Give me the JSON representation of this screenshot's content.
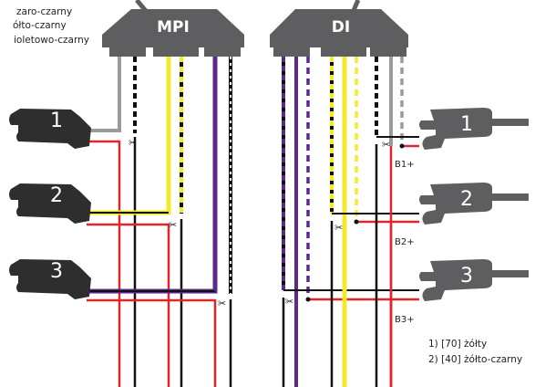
{
  "legend": [
    "zaro-czarny",
    "ółto-czarny",
    "ioletowo-czarny"
  ],
  "connectors": {
    "mpi_label": "MPI",
    "di_label": "DI"
  },
  "injectors_left": [
    {
      "number": "1"
    },
    {
      "number": "2"
    },
    {
      "number": "3"
    }
  ],
  "injectors_right": [
    {
      "number": "1",
      "bank_label": "B1+"
    },
    {
      "number": "2",
      "bank_label": "B2+"
    },
    {
      "number": "3",
      "bank_label": "B3+"
    }
  ],
  "notes": [
    "1) [70] żółty",
    "2) [40] żółto-czarny"
  ],
  "scissor_symbol": "✂",
  "colors": {
    "connector": "#5e5e60",
    "injector": "#2e2e2e",
    "wire_black": "#111111",
    "wire_red": "#e0262b",
    "wire_yellow": "#f4ea2a",
    "wire_purple": "#5c2a8c",
    "wire_gray": "#9a9a9a",
    "background": "#ffffff"
  }
}
